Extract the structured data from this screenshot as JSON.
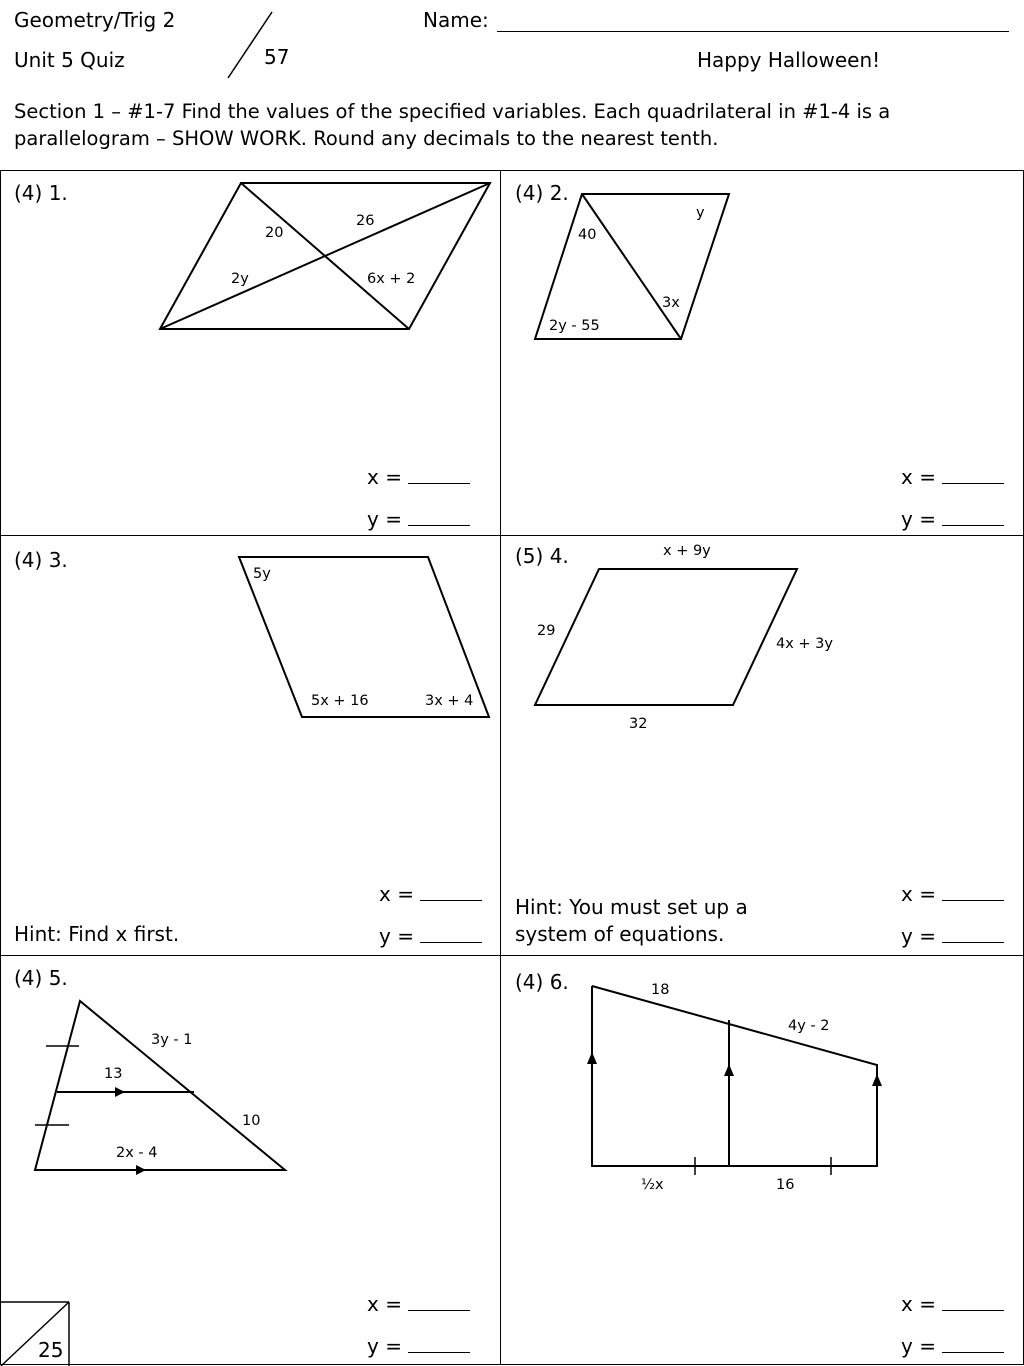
{
  "header": {
    "course": "Geometry/Trig 2",
    "quiz": "Unit 5 Quiz",
    "total_points": "57",
    "name_label": "Name:",
    "greeting": "Happy Halloween!"
  },
  "section": {
    "instructions": "Section 1 – #1-7 Find the values of the specified variables.  Each quadrilateral in #1-4 is a parallelogram – SHOW WORK.  Round any decimals to the nearest tenth."
  },
  "answer_labels": {
    "x": "x =",
    "y": "y ="
  },
  "problems": [
    {
      "number": "(4) 1.",
      "labels": [
        "20",
        "26",
        "2y",
        "6x + 2"
      ]
    },
    {
      "number": "(4) 2.",
      "labels": [
        "40",
        "y",
        "3x",
        "2y - 55"
      ]
    },
    {
      "number": "(4) 3.",
      "labels": [
        "5y",
        "5x + 16",
        "3x + 4"
      ],
      "hint": "Hint: Find x first."
    },
    {
      "number": "(5) 4.",
      "labels": [
        "x + 9y",
        "29",
        "4x + 3y",
        "32"
      ],
      "hint_line1": "Hint: You must set up a",
      "hint_line2": "system of equations."
    },
    {
      "number": "(4) 5.",
      "labels": [
        "3y - 1",
        "13",
        "10",
        "2x - 4"
      ]
    },
    {
      "number": "(4) 6.",
      "labels": [
        "18",
        "4y - 2",
        "½x",
        "16"
      ]
    }
  ],
  "section_score": "25"
}
